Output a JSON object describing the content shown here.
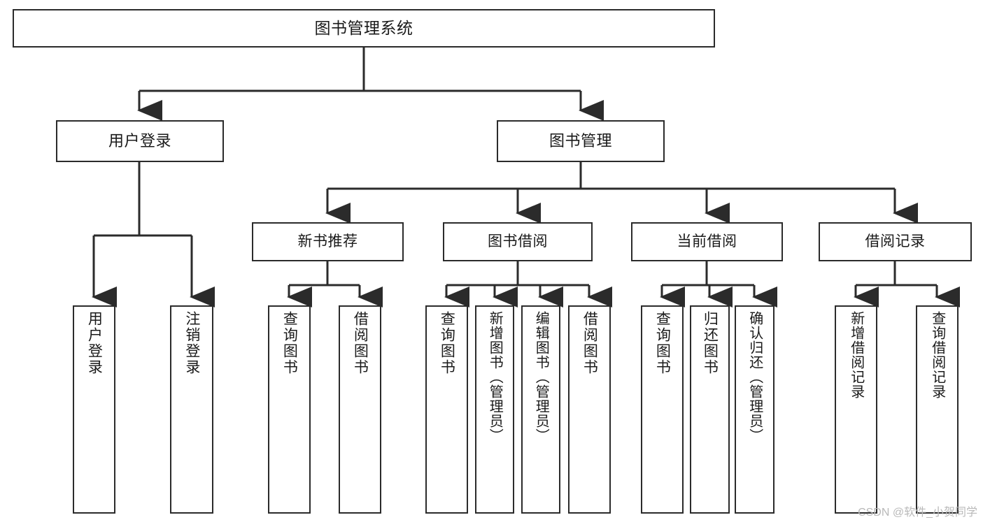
{
  "diagram": {
    "title": "图书管理系统",
    "type": "tree-structure-chart",
    "line_color": "#2b2b2b",
    "box_fill": "#ffffff",
    "text_color": "#1a1a1a"
  },
  "root": {
    "label": "图书管理系统"
  },
  "level2": [
    {
      "label": "用户登录"
    },
    {
      "label": "图书管理"
    }
  ],
  "level3": [
    {
      "label": "新书推荐"
    },
    {
      "label": "图书借阅"
    },
    {
      "label": "当前借阅"
    },
    {
      "label": "借阅记录"
    }
  ],
  "leaves": {
    "user_login": [
      {
        "label": "用户登录"
      },
      {
        "label": "注销登录"
      }
    ],
    "new_book_recommend": [
      {
        "label": "查询图书"
      },
      {
        "label": "借阅图书"
      }
    ],
    "book_borrow": [
      {
        "label": "查询图书"
      },
      {
        "label": "新增图书（管理员）"
      },
      {
        "label": "编辑图书（管理员）"
      },
      {
        "label": "借阅图书"
      }
    ],
    "current_borrow": [
      {
        "label": "查询图书"
      },
      {
        "label": "归还图书"
      },
      {
        "label": "确认归还（管理员）"
      }
    ],
    "borrow_record": [
      {
        "label": "新增借阅记录"
      },
      {
        "label": "查询借阅记录"
      }
    ]
  },
  "watermark": {
    "text": "CSDN @软件_小贺同学"
  }
}
